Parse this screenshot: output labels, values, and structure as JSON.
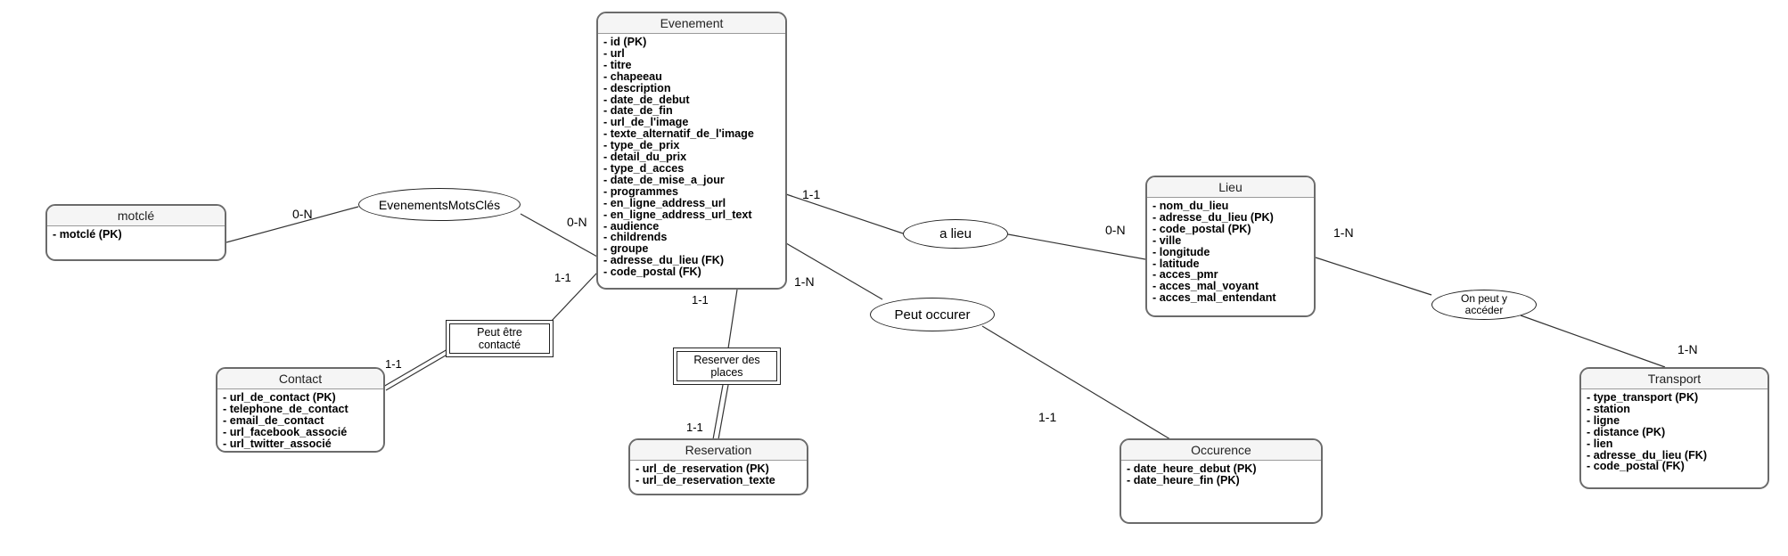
{
  "entities": {
    "evenement": {
      "title": "Evenement",
      "attributes": [
        "- id (PK)",
        "- url",
        "- titre",
        "- chapeeau",
        "- description",
        "- date_de_debut",
        "- date_de_fin",
        "- url_de_l'image",
        "- texte_alternatif_de_l'image",
        "- type_de_prix",
        "- detail_du_prix",
        "- type_d_acces",
        "- date_de_mise_a_jour",
        "- programmes",
        "- en_ligne_address_url",
        "- en_ligne_address_url_text",
        "- audience",
        "- childrends",
        "- groupe",
        "- adresse_du_lieu (FK)",
        "- code_postal (FK)"
      ]
    },
    "motcle": {
      "title": "motclé",
      "attributes": [
        "- motclé (PK)"
      ]
    },
    "lieu": {
      "title": "Lieu",
      "attributes": [
        "- nom_du_lieu",
        "- adresse_du_lieu (PK)",
        "- code_postal (PK)",
        "- ville",
        "- longitude",
        "- latitude",
        "- acces_pmr",
        "- acces_mal_voyant",
        "- acces_mal_entendant"
      ]
    },
    "contact": {
      "title": "Contact",
      "attributes": [
        "- url_de_contact (PK)",
        "- telephone_de_contact",
        "- email_de_contact",
        "- url_facebook_associé",
        "- url_twitter_associé"
      ]
    },
    "reservation": {
      "title": "Reservation",
      "attributes": [
        "- url_de_reservation (PK)",
        "- url_de_reservation_texte"
      ]
    },
    "occurence": {
      "title": "Occurence",
      "attributes": [
        "- date_heure_debut (PK)",
        "- date_heure_fin (PK)"
      ]
    },
    "transport": {
      "title": "Transport",
      "attributes": [
        "- type_transport (PK)",
        "- station",
        "- ligne",
        "- distance (PK)",
        "- lien",
        "- adresse_du_lieu (FK)",
        "- code_postal (FK)"
      ]
    }
  },
  "relations": {
    "evenements_mots_cles": "EvenementsMotsClés",
    "a_lieu": "a lieu",
    "peut_occurer": "Peut occurer",
    "on_peut_y_acceder": "On peut y\naccéder",
    "peut_etre_contacte": "Peut être\ncontacté",
    "reserver_des_places": "Reserver des\nplaces"
  },
  "cardinalities": {
    "motcle_side": "0-N",
    "evenement_motscles": "0-N",
    "evenement_a_lieu": "1-1",
    "lieu_a_lieu": "0-N",
    "lieu_transport": "1-N",
    "transport_side": "1-N",
    "evenement_occurer": "1-N",
    "occurence_side": "1-1",
    "evenement_contact": "1-1",
    "contact_side": "1-1",
    "evenement_reservation": "1-1",
    "reservation_side": "1-1"
  }
}
